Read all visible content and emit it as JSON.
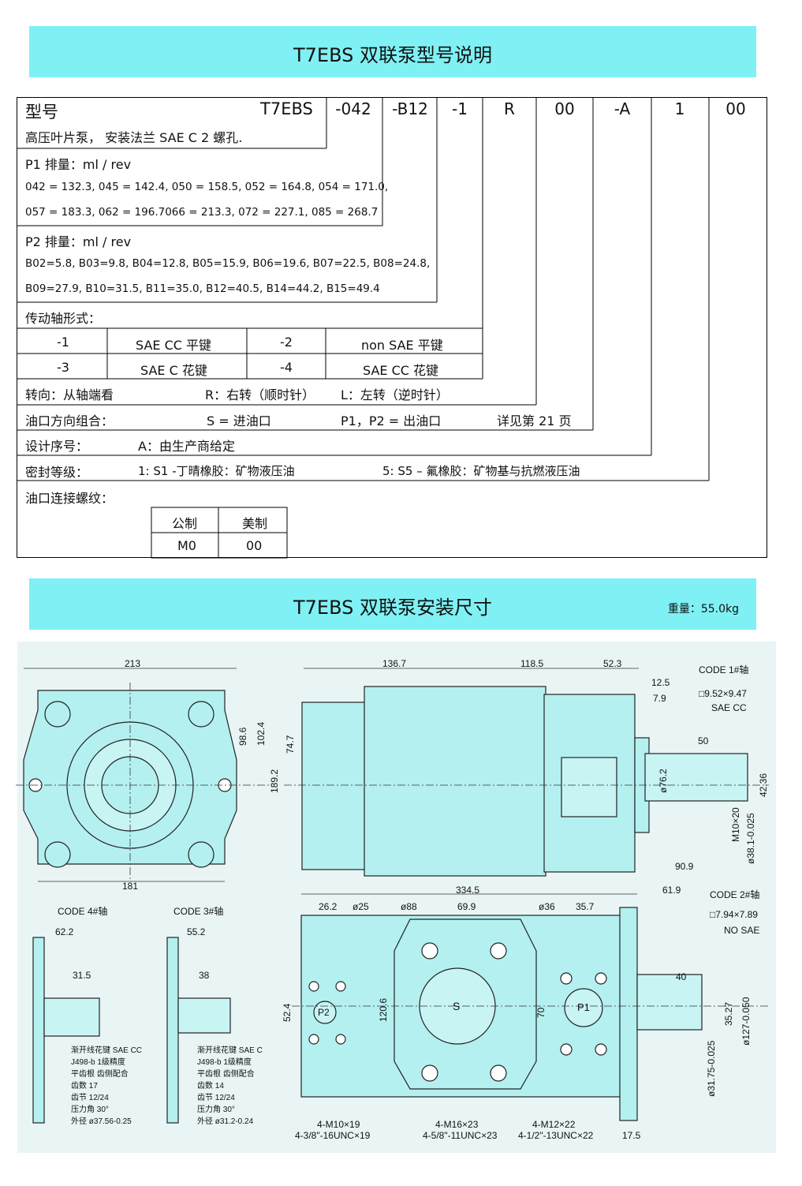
{
  "banner1": {
    "title": "T7EBS 双联泵型号说明"
  },
  "banner2": {
    "title": "T7EBS 双联泵安装尺寸",
    "weight": "重量：55.0kg"
  },
  "model": {
    "label": "型号",
    "base": "T7EBS",
    "codes": [
      "-042",
      "-B12",
      "-1",
      "R",
      "00",
      "-A",
      "1",
      "00"
    ],
    "desc": "高压叶片泵， 安装法兰 SAE C 2 螺孔."
  },
  "p1": {
    "title": "P1 排量：ml / rev",
    "line1": "042 = 132.3, 045 = 142.4, 050 = 158.5, 052 = 164.8, 054 = 171.0,",
    "line2": "057 = 183.3, 062 = 196.7066 = 213.3, 072 = 227.1, 085 = 268.7"
  },
  "p2": {
    "title": "P2 排量：ml / rev",
    "line1": "B02=5.8, B03=9.8, B04=12.8, B05=15.9, B06=19.6, B07=22.5, B08=24.8,",
    "line2": "B09=27.9, B10=31.5,    B11=35.0,    B12=40.5,    B14=44.2,    B15=49.4"
  },
  "shaft": {
    "title": "传动轴形式：",
    "rows": [
      [
        "-1",
        "SAE CC  平键",
        "-2",
        "non SAE  平键"
      ],
      [
        "-3",
        "SAE C  花键",
        "-4",
        "SAE CC  花键"
      ]
    ]
  },
  "rotation": {
    "label": "转向：从轴端看",
    "r": "R：右转（顺时针）",
    "l": "L：左转（逆时针）"
  },
  "port": {
    "label": "油口方向组合：",
    "s": "S = 进油口",
    "p": "P1，P2 = 出油口",
    "ref": "详见第 21 页"
  },
  "design": {
    "label": "设计序号：",
    "a": "A：由生产商给定"
  },
  "seal": {
    "label": "密封等级：",
    "s1": "1: S1 -丁晴橡胶：矿物液压油",
    "s5": "5: S5 – 氟橡胶：矿物基与抗燃液压油"
  },
  "thread": {
    "label": "油口连接螺纹：",
    "headers": [
      "公制",
      "美制"
    ],
    "values": [
      "M0",
      "00"
    ]
  },
  "drawing": {
    "front": {
      "top": "213",
      "bottom": "181",
      "d1": "98.6",
      "d2": "102.4",
      "d3": "189.2"
    },
    "side": {
      "a": "136.7",
      "b": "118.5",
      "c": "52.3",
      "d": "12.5",
      "e": "7.9",
      "f": "50",
      "g": "74.7",
      "h": "ø76.2",
      "i": "42.36",
      "j": "M10×20",
      "k": "ø38.1-0.025",
      "l": "90.9",
      "code": "CODE 1#轴",
      "key": "□9.52×9.47",
      "std": "SAE CC"
    },
    "plan": {
      "len": "334.5",
      "a": "26.2",
      "b": "ø25",
      "c": "ø88",
      "d": "69.9",
      "e": "ø36",
      "f": "35.7",
      "g": "61.9",
      "h": "52.4",
      "i": "120.6",
      "j": "70",
      "k": "40",
      "l": "35.27",
      "m": "ø127-0.050",
      "n": "ø31.75-0.025",
      "o": "17.5",
      "s": "S",
      "p1": "P1",
      "p2": "P2",
      "code": "CODE 2#轴",
      "key": "□7.94×7.89",
      "std": "NO SAE",
      "t1a": "4-M10×19",
      "t1b": "4-3/8\"-16UNC×19",
      "t2a": "4-M16×23",
      "t2b": "4-5/8\"-11UNC×23",
      "t3a": "4-M12×22",
      "t3b": "4-1/2\"-13UNC×22"
    },
    "code4": {
      "title": "CODE 4#轴",
      "a": "62.2",
      "b": "31.5",
      "notes": [
        "渐开线花键 SAE CC",
        "J498-b  1级精度",
        "平齿根  齿侧配合",
        "齿数    17",
        "齿节    12/24",
        "压力角  30°",
        "外径    ø37.56-0.25"
      ]
    },
    "code3": {
      "title": "CODE 3#轴",
      "a": "55.2",
      "b": "38",
      "notes": [
        "渐开线花键 SAE C",
        "J498-b  1级精度",
        "平齿根  齿侧配合",
        "齿数    14",
        "齿节    12/24",
        "压力角  30°",
        "外径    ø31.2-0.24"
      ]
    }
  },
  "colors": {
    "banner": "#7ff1f4",
    "pump": "#b4f0f0"
  }
}
